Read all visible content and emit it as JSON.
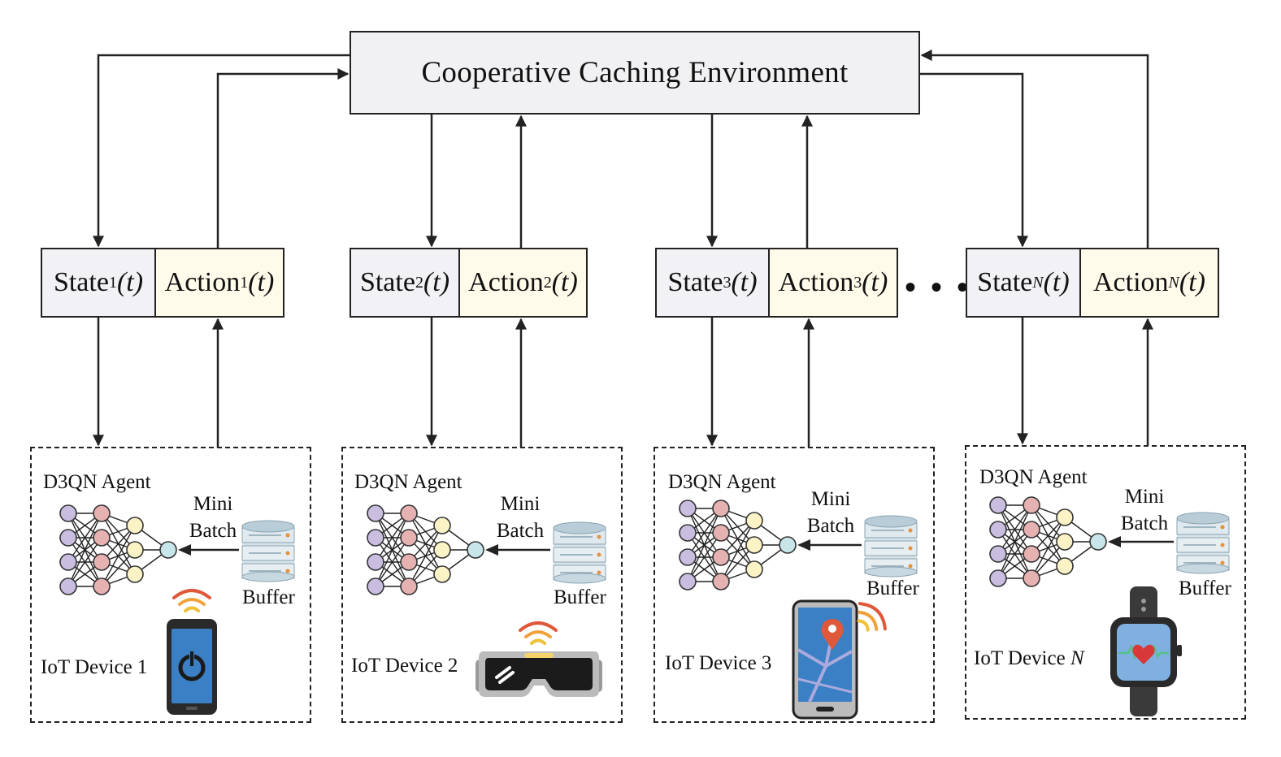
{
  "environment": {
    "label": "Cooperative Caching Environment"
  },
  "state_action_pairs": [
    {
      "state": "State",
      "action": "Action",
      "index": "1",
      "time": "(t)"
    },
    {
      "state": "State",
      "action": "Action",
      "index": "2",
      "time": "(t)"
    },
    {
      "state": "State",
      "action": "Action",
      "index": "3",
      "time": "(t)"
    },
    {
      "state": "State",
      "action": "Action",
      "index": "N",
      "time": "(t)"
    }
  ],
  "ellipsis": "• • •",
  "devices": [
    {
      "agent": "D3QN Agent",
      "mini": "Mini",
      "batch": "Batch",
      "buffer": "Buffer",
      "device": "IoT Device 1",
      "icon": "smartphone-power-icon"
    },
    {
      "agent": "D3QN Agent",
      "mini": "Mini",
      "batch": "Batch",
      "buffer": "Buffer",
      "device": "IoT Device 2",
      "icon": "vr-headset-icon"
    },
    {
      "agent": "D3QN Agent",
      "mini": "Mini",
      "batch": "Batch",
      "buffer": "Buffer",
      "device": "IoT Device 3",
      "icon": "smartphone-map-icon"
    },
    {
      "agent": "D3QN Agent",
      "mini": "Mini",
      "batch": "Batch",
      "buffer": "Buffer",
      "device_prefix": "IoT Device",
      "device_index": "N",
      "icon": "smartwatch-heart-icon"
    }
  ],
  "colors": {
    "state_fill": "#f2f1f6",
    "action_fill": "#fffbea",
    "env_fill": "#f1f1f3",
    "nn_layer1": "#c9bde0",
    "nn_layer2": "#e6b1b1",
    "nn_layer3": "#fbf2c6",
    "nn_output": "#c8e6ea",
    "wifi_red": "#e0583a",
    "wifi_orange": "#f0a13a",
    "device_blue": "#3b7fc4"
  }
}
